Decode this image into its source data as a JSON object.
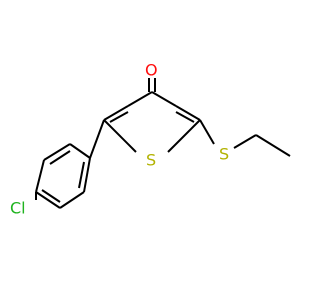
{
  "colors": {
    "background": "#ffffff",
    "bond": "#000000",
    "oxygen": "#ff0d0d",
    "sulfur": "#b2b200",
    "chlorine": "#1fb31f"
  },
  "atoms": {
    "oxygen": "O",
    "ring_sulfur": "S",
    "thioether_sulfur": "S",
    "chlorine": "Cl"
  }
}
